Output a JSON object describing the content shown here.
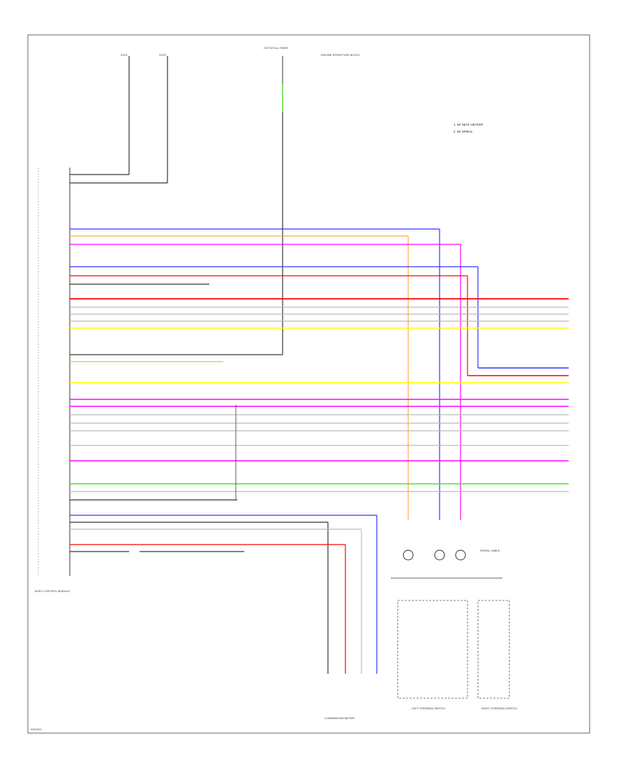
{
  "notes": [
    "1. W/ SEAT HEATER",
    "2. W/ SPIRAL"
  ],
  "ground_labels": [
    "G101",
    "G102"
  ],
  "fuse_label": "HOT AT ALL TIMES",
  "fuse_box_label": "ENGINE ROOM FUSE BLOCK",
  "module_label": "BODY CONTROL MODULE",
  "switch_box_label": "LEFT STEERING SWITCH",
  "right_switch_label": "RIGHT STEERING SWITCH",
  "spiral_label": "SPIRAL CABLE",
  "connector_bottom_label": "COMBINATION METER",
  "footer_code": "WD0001",
  "wire_colors": {
    "black": "#333333",
    "red": "#ff0000",
    "pink": "#ff00ff",
    "blue": "#3333ff",
    "orange": "#ffaa44",
    "yellow": "#ffff00",
    "green": "#55dd33",
    "gray": "#bbbbbb",
    "light_green": "#99dd66"
  }
}
